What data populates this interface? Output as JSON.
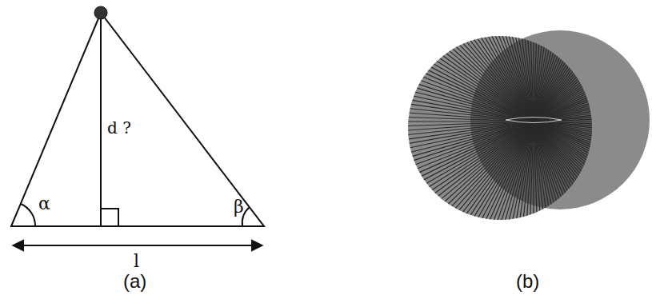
{
  "diagram": {
    "labels": [
      "α",
      "β",
      "d ?",
      "l",
      "(a)",
      "(b)"
    ]
  }
}
